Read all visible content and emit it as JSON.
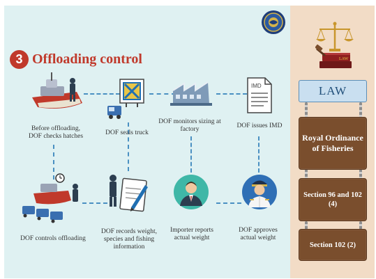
{
  "slide": {
    "step_number": "3",
    "title": "Offloading control",
    "colors": {
      "accent": "#c0392b",
      "main_bg": "#dff1f2",
      "side_bg": "#f2dcc6",
      "connector": "#4a90c2",
      "wood": "#7a4e2d"
    }
  },
  "steps": {
    "before_offloading": "Before offloading, DOF checks hatches",
    "seals_truck": "DOF seals truck",
    "monitors_sizing": "DOF monitors sizing at factory",
    "issues_imd": "DOF issues IMD",
    "controls_offloading": "DOF controls offloading",
    "records_weight": "DOF records weight, species and fishing information",
    "importer_reports": "Importer reports actual weight",
    "approves_weight": "DOF approves actual weight"
  },
  "icons": {
    "imd_doc_label": "IMD",
    "book_label": "LAW"
  },
  "law_panel": {
    "heading": "LAW",
    "boards": [
      "Royal Ordinance of Fisheries",
      "Section 96 and 102 (4)",
      "Section 102 (2)"
    ]
  }
}
